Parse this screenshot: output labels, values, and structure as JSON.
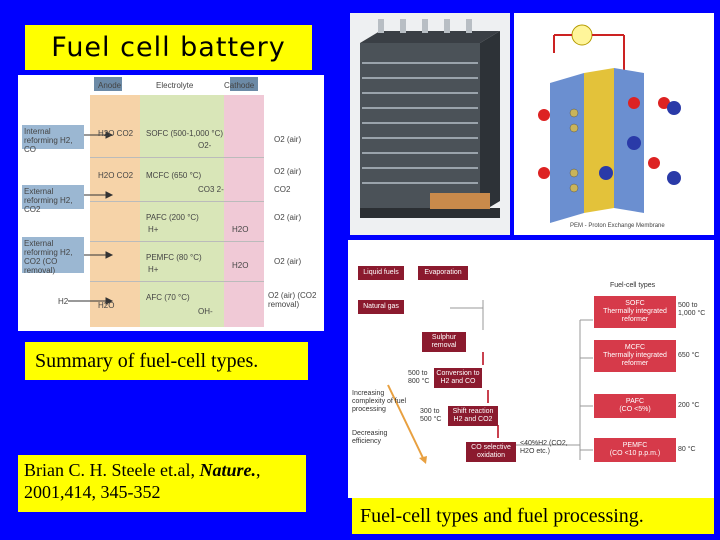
{
  "slide": {
    "title": "Fuel cell battery",
    "caption_types": "Summary of fuel-cell types.",
    "citation_line1_prefix": "Brian C. H. Steele et.al, ",
    "citation_journal": "Nature.",
    "citation_line1_suffix": ",",
    "citation_line2": "2001,414, 345-352",
    "caption_processing": "Fuel-cell types and fuel processing."
  },
  "colors": {
    "background": "#0000ff",
    "caption_box": "#ffff00"
  },
  "types_figure": {
    "header": {
      "anode": "Anode",
      "electrolyte": "Electrolyte",
      "cathode": "Cathode"
    },
    "left_labels": [
      "Internal reforming H2, CO",
      "External reforming H2, CO2",
      "External reforming H2, CO2 (CO removal)",
      "H2"
    ],
    "rows": [
      {
        "anode": "H2O CO2",
        "type": "SOFC (500-1,000 °C)",
        "ion": "O2-",
        "cathode_in": "O2 (air)",
        "cathode_out": ""
      },
      {
        "anode": "H2O CO2",
        "type": "MCFC (650 °C)",
        "ion": "CO3 2-",
        "cathode_in": "O2 (air)",
        "cathode_out": "CO2"
      },
      {
        "anode": "",
        "type": "PAFC (200 °C)",
        "ion": "H+",
        "cathode_in": "O2 (air)",
        "cathode_out": "H2O"
      },
      {
        "anode": "",
        "type": "PEMFC (80 °C)",
        "ion": "H+",
        "cathode_in": "O2 (air)",
        "cathode_out": "H2O"
      },
      {
        "anode": "H2O",
        "type": "AFC (70 °C)",
        "ion": "OH-",
        "cathode_in": "O2 (air) (CO2 removal)",
        "cathode_out": ""
      }
    ]
  },
  "pem_figure": {
    "footer": "PEM - Proton Exchange Membrane"
  },
  "processing_figure": {
    "inputs": [
      "Liquid fuels",
      "Natural gas"
    ],
    "evaporation": "Evaporation",
    "steps": [
      {
        "label": "Sulphur removal",
        "temp": ""
      },
      {
        "label": "Conversion to H2 and CO",
        "temp": "500 to 800 °C"
      },
      {
        "label": "Shift reaction H2 and CO2",
        "temp": "300 to 500 °C"
      },
      {
        "label": "CO selective oxidation",
        "temp": ""
      }
    ],
    "co_note": "<40%H2 (CO2, H2O etc.)",
    "types_heading": "Fuel-cell types",
    "types": [
      {
        "name": "SOFC",
        "detail": "Thermally integrated reformer",
        "temp": "500 to 1,000 °C"
      },
      {
        "name": "MCFC",
        "detail": "Thermally integrated reformer",
        "temp": "650 °C"
      },
      {
        "name": "PAFC",
        "detail": "(CO <5%)",
        "temp": "200 °C"
      },
      {
        "name": "PEMFC",
        "detail": "(CO <10 p.p.m.)",
        "temp": "80 °C"
      }
    ],
    "side_note_1": "Increasing complexity of fuel processing",
    "side_note_2": "Decreasing efficiency"
  }
}
